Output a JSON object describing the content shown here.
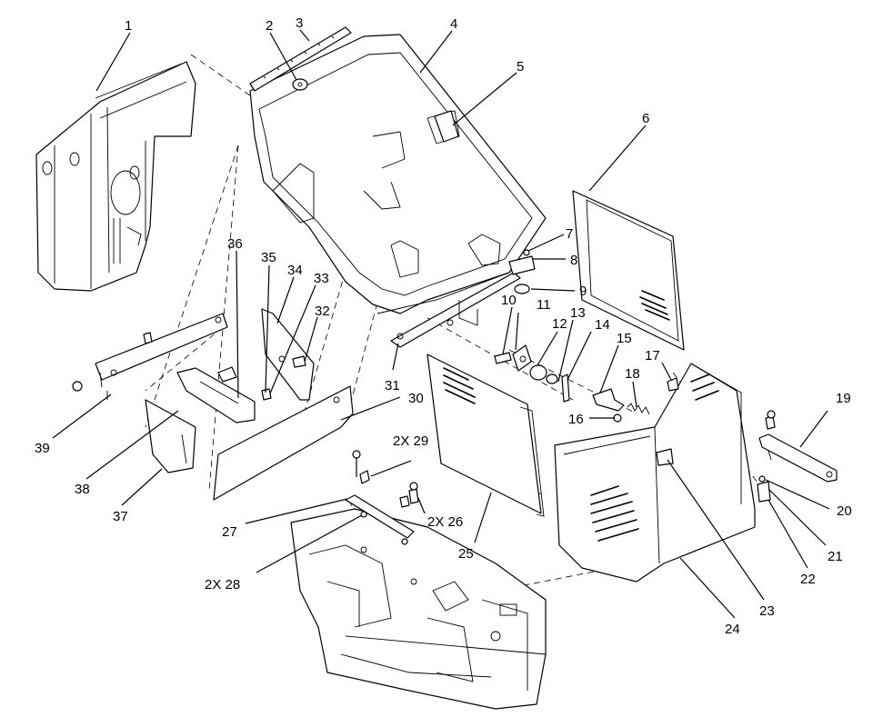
{
  "diagram": {
    "callouts": [
      {
        "id": "c1",
        "text": "1"
      },
      {
        "id": "c2",
        "text": "2"
      },
      {
        "id": "c3",
        "text": "3"
      },
      {
        "id": "c4",
        "text": "4"
      },
      {
        "id": "c5",
        "text": "5"
      },
      {
        "id": "c6",
        "text": "6"
      },
      {
        "id": "c7",
        "text": "7"
      },
      {
        "id": "c8",
        "text": "8"
      },
      {
        "id": "c9",
        "text": "9"
      },
      {
        "id": "c10",
        "text": "10"
      },
      {
        "id": "c11",
        "text": "11"
      },
      {
        "id": "c12",
        "text": "12"
      },
      {
        "id": "c13",
        "text": "13"
      },
      {
        "id": "c14",
        "text": "14"
      },
      {
        "id": "c15",
        "text": "15"
      },
      {
        "id": "c16",
        "text": "16"
      },
      {
        "id": "c17",
        "text": "17"
      },
      {
        "id": "c18",
        "text": "18"
      },
      {
        "id": "c19",
        "text": "19"
      },
      {
        "id": "c20",
        "text": "20"
      },
      {
        "id": "c21",
        "text": "21"
      },
      {
        "id": "c22",
        "text": "22"
      },
      {
        "id": "c23",
        "text": "23"
      },
      {
        "id": "c24",
        "text": "24"
      },
      {
        "id": "c25",
        "text": "25"
      },
      {
        "id": "c26",
        "text": "2X 26"
      },
      {
        "id": "c27",
        "text": "27"
      },
      {
        "id": "c28",
        "text": "2X 28"
      },
      {
        "id": "c29",
        "text": "2X 29"
      },
      {
        "id": "c30",
        "text": "30"
      },
      {
        "id": "c31",
        "text": "31"
      },
      {
        "id": "c32",
        "text": "32"
      },
      {
        "id": "c33",
        "text": "33"
      },
      {
        "id": "c34",
        "text": "34"
      },
      {
        "id": "c35",
        "text": "35"
      },
      {
        "id": "c36",
        "text": "36"
      },
      {
        "id": "c37",
        "text": "37"
      },
      {
        "id": "c38",
        "text": "38"
      },
      {
        "id": "c39",
        "text": "39"
      }
    ]
  }
}
